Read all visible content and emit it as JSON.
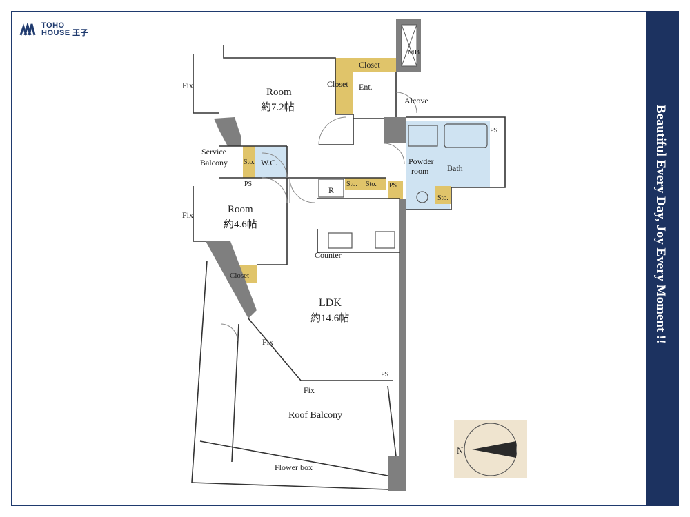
{
  "brand": {
    "line1": "TOHO",
    "line2": "HOUSE 王子"
  },
  "tagline": "Beautiful  Every Day, Joy Every Moment !!",
  "labels": {
    "mb": "MB",
    "closet_top": "Closet",
    "closet_mid": "Closet",
    "ent": "Ent.",
    "alcove": "Alcove",
    "room1": "Room",
    "room1_size": "約7.2帖",
    "fix_top": "Fix",
    "service_balcony_1": "Service",
    "service_balcony_2": "Balcony",
    "sto1": "Sto.",
    "wc": "W.C.",
    "ps1": "PS",
    "ps_bath": "PS",
    "powder1": "Powder",
    "powder2": "room",
    "bath": "Bath",
    "sto_bath": "Sto.",
    "r": "R",
    "sto2": "Sto.",
    "sto3": "Sto.",
    "ps2": "PS",
    "room2": "Room",
    "room2_size": "約4.6帖",
    "fix_mid": "Fix",
    "counter": "Counter",
    "closet_low": "Closet",
    "ldk": "LDK",
    "ldk_size": "約14.6帖",
    "fix_diag": "Fix",
    "ps3": "PS",
    "fix_bottom": "Fix",
    "roof_balcony": "Roof Balcony",
    "flower_box": "Flower box",
    "north": "N"
  },
  "colors": {
    "closet": "#e0c46a",
    "water": "#cfe3f2",
    "wall": "#7f7f7f",
    "navy": "#1c3260",
    "compass_bg": "#efe4cf"
  }
}
